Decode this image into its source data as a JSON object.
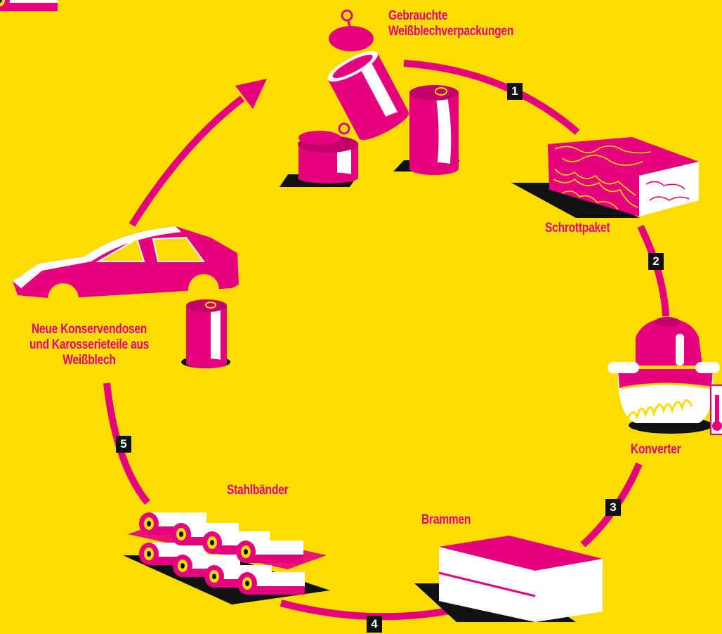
{
  "labels": {
    "used_packaging_line1": "Gebrauchte",
    "used_packaging_line2": "Weißblechverpackungen",
    "scrap_bale": "Schrottpaket",
    "converter": "Konverter",
    "slabs": "Brammen",
    "steel_strips": "Stahlbänder",
    "new_products_line1": "Neue Konservendosen",
    "new_products_line2": "und Karosserieteile aus",
    "new_products_line3": "Weißblech"
  },
  "steps": [
    "1",
    "2",
    "3",
    "4",
    "5"
  ],
  "colors": {
    "background": "#FFDC00",
    "accent": "#E5007D",
    "white": "#FFFFFF",
    "black": "#111111"
  },
  "icons": [
    "cans-icon",
    "scrap-bale-icon",
    "converter-icon",
    "thermometer-icon",
    "slabs-icon",
    "steel-coils-icon",
    "car-body-icon",
    "new-can-icon",
    "cycle-arrow-icon"
  ]
}
